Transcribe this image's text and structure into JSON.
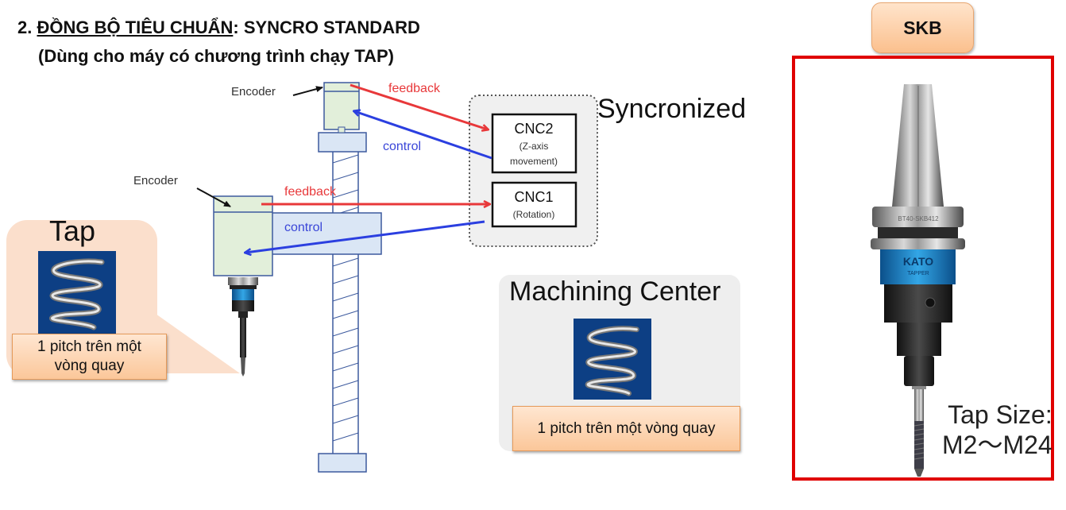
{
  "header": {
    "number": "2.",
    "title_underlined": "ĐỒNG BỘ TIÊU CHUẨN",
    "title_rest": ": SYNCRO STANDARD",
    "subtitle": "(Dùng cho máy có chương trình chạy TAP)"
  },
  "diagram": {
    "encoder_top_label": "Encoder",
    "encoder_bottom_label": "Encoder",
    "feedback_top": "feedback",
    "control_top": "control",
    "feedback_bottom": "feedback",
    "control_bottom": "control",
    "sync_label": "Syncronized",
    "cnc2": {
      "title": "CNC2",
      "line1": "(Z-axis",
      "line2": "movement)"
    },
    "cnc1": {
      "title": "CNC1",
      "line1": "(Rotation)"
    },
    "colors": {
      "feedback": "#e8383a",
      "control": "#2b3fe0",
      "motor_fill": "#e2efda",
      "frame_fill": "#dae6f5",
      "frame_stroke": "#3d5a9e"
    }
  },
  "tap_callout": {
    "title": "Tap",
    "caption_line1": "1 pitch trên một",
    "caption_line2": "vòng quay",
    "icon": "spring-coil-icon"
  },
  "machining_center": {
    "title": "Machining Center",
    "caption": "1 pitch trên một vòng quay",
    "icon": "spring-coil-icon"
  },
  "skb": {
    "label": "SKB",
    "holder_marking": "BT40-SKB412",
    "brand": "KATO",
    "brand_sub": "TAPPER",
    "tap_size_label": "Tap Size:",
    "tap_size_range": "M2〜M24",
    "frame_color": "#e00000"
  }
}
